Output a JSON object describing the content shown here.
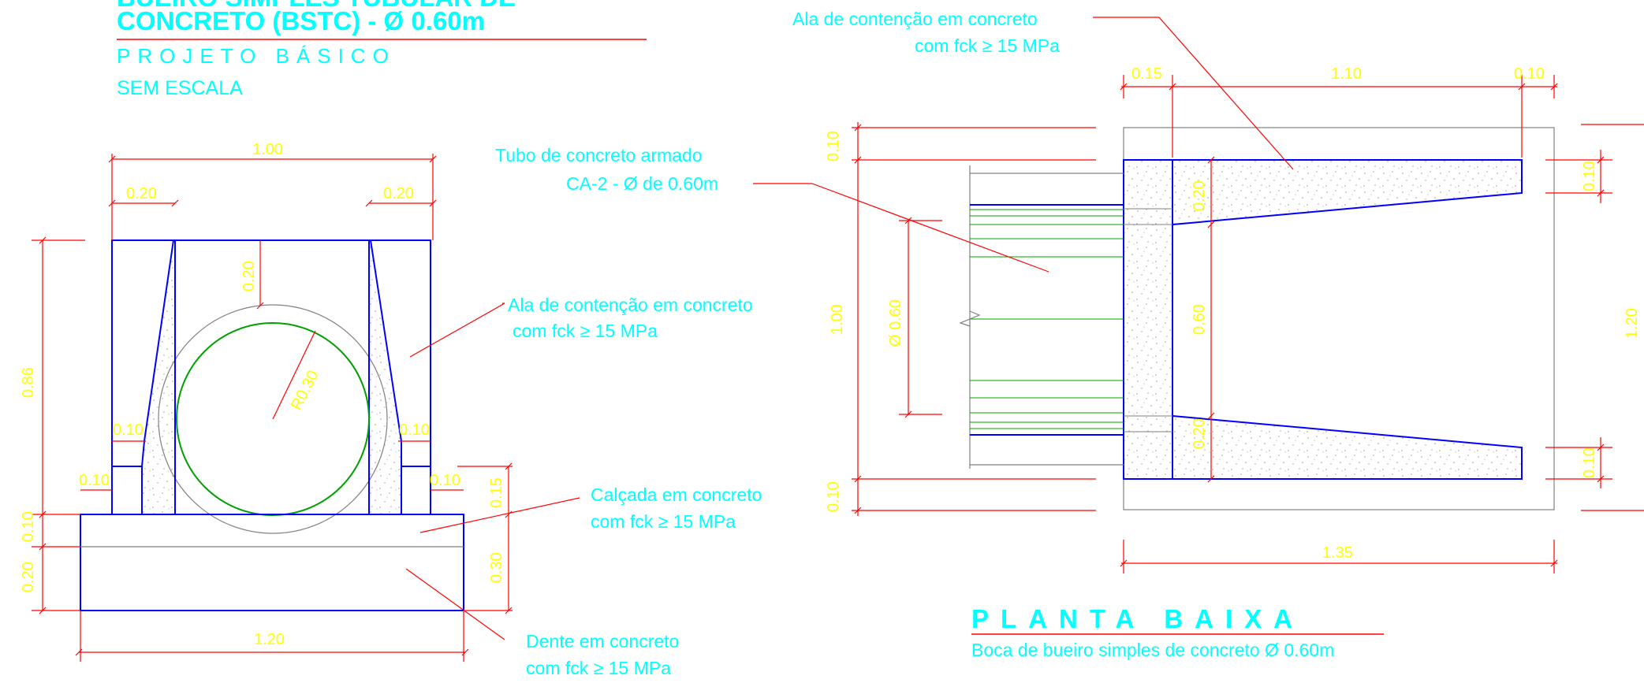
{
  "title": {
    "line1": "BUEIRO SIMPLES TUBULAR DE",
    "line2": "CONCRETO (BSTC) - Ø 0.60m",
    "subtitle": "PROJETO BÁSICO",
    "scale": "SEM ESCALA"
  },
  "colors": {
    "structure": "#0000ff",
    "dimension": "#ff0000",
    "dim_text": "#ffff00",
    "annotation": "#00ffff",
    "pipe": "#00a000",
    "neutral": "#808080"
  },
  "front_view": {
    "dims": {
      "width_top": "1.00",
      "wing_left": "0.20",
      "wing_right": "0.20",
      "cover": "0.20",
      "radius": "R0.30",
      "height": "0.86",
      "ledge_left": "0.10",
      "ledge_right": "0.10",
      "step_left": "0.10",
      "step_right": "0.10",
      "slab": "0.10",
      "tooth": "0.20",
      "right_upper": "0.15",
      "right_lower": "0.30",
      "base_width": "1.20"
    },
    "notes": {
      "wing_1": "Ala de contenção em concreto",
      "wing_2": "com fck ≥ 15 MPa",
      "slab_1": "Calçada em concreto",
      "slab_2": "com fck ≥ 15 MPa",
      "tooth_1": "Dente em concreto",
      "tooth_2": "com fck ≥ 15 MPa"
    }
  },
  "plan_view": {
    "dims": {
      "top_left": "0.15",
      "top_mid": "1.10",
      "top_right": "0.10",
      "left_top": "0.10",
      "left_total": "1.00",
      "left_bottom": "0.10",
      "pipe_dia": "Ø 0.60",
      "wing_root_top": "0.20",
      "opening": "0.60",
      "wing_root_bottom": "0.20",
      "tip_top": "0.10",
      "tip_bottom": "0.10",
      "right_total": "1.20",
      "bottom_total": "1.35"
    },
    "notes": {
      "wing_1": "Ala de contenção em concreto",
      "wing_2": "com fck ≥ 15 MPa",
      "pipe_1": "Tubo de concreto armado",
      "pipe_2": "CA-2 - Ø de 0.60m"
    },
    "title": "PLANTA BAIXA",
    "subtitle": "Boca de bueiro simples de concreto Ø 0.60m"
  }
}
